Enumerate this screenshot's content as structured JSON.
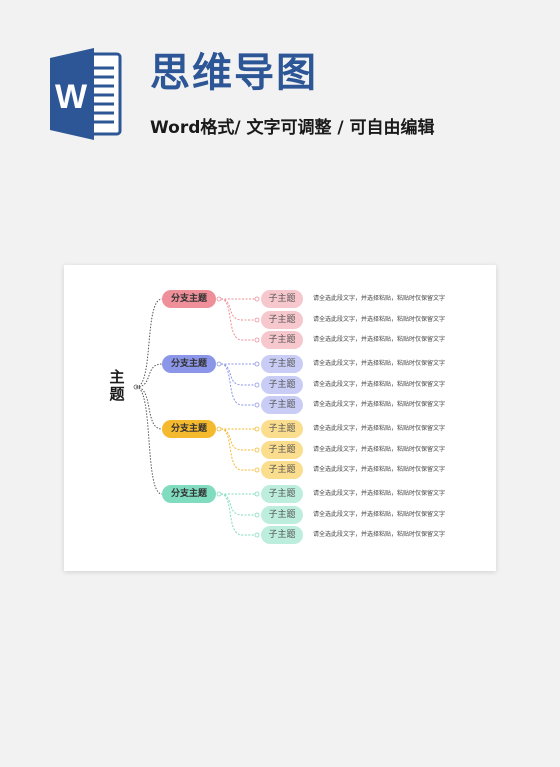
{
  "header": {
    "title": "思维导图",
    "subtitle": "Word格式/ 文字可调整 / 可自由编辑",
    "logo_letter": "W"
  },
  "mindmap": {
    "main_topic": "主题",
    "branches": [
      {
        "label": "分支主题",
        "color": "#ee8f9a",
        "light": "#f6c7cd",
        "text_color": "#333333",
        "subs": [
          {
            "label": "子主题",
            "note": "请全选此段文字，并选择粘贴，粘贴时仅保留文字"
          },
          {
            "label": "子主题",
            "note": "请全选此段文字，并选择粘贴，粘贴时仅保留文字"
          },
          {
            "label": "子主题",
            "note": "请全选此段文字，并选择粘贴，粘贴时仅保留文字"
          }
        ]
      },
      {
        "label": "分支主题",
        "color": "#8c96e8",
        "light": "#c9cdf5",
        "text_color": "#333333",
        "subs": [
          {
            "label": "子主题",
            "note": "请全选此段文字，并选择粘贴，粘贴时仅保留文字"
          },
          {
            "label": "子主题",
            "note": "请全选此段文字，并选择粘贴，粘贴时仅保留文字"
          },
          {
            "label": "子主题",
            "note": "请全选此段文字，并选择粘贴，粘贴时仅保留文字"
          }
        ]
      },
      {
        "label": "分支主题",
        "color": "#f5b92e",
        "light": "#fbdd8e",
        "text_color": "#333333",
        "subs": [
          {
            "label": "子主题",
            "note": "请全选此段文字，并选择粘贴，粘贴时仅保留文字"
          },
          {
            "label": "子主题",
            "note": "请全选此段文字，并选择粘贴，粘贴时仅保留文字"
          },
          {
            "label": "子主题",
            "note": "请全选此段文字，并选择粘贴，粘贴时仅保留文字"
          }
        ]
      },
      {
        "label": "分支主题",
        "color": "#7fdcbf",
        "light": "#bdeedd",
        "text_color": "#333333",
        "subs": [
          {
            "label": "子主题",
            "note": "请全选此段文字，并选择粘贴，粘贴时仅保留文字"
          },
          {
            "label": "子主题",
            "note": "请全选此段文字，并选择粘贴，粘贴时仅保留文字"
          },
          {
            "label": "子主题",
            "note": "请全选此段文字，并选择粘贴，粘贴时仅保留文字"
          }
        ]
      }
    ]
  }
}
